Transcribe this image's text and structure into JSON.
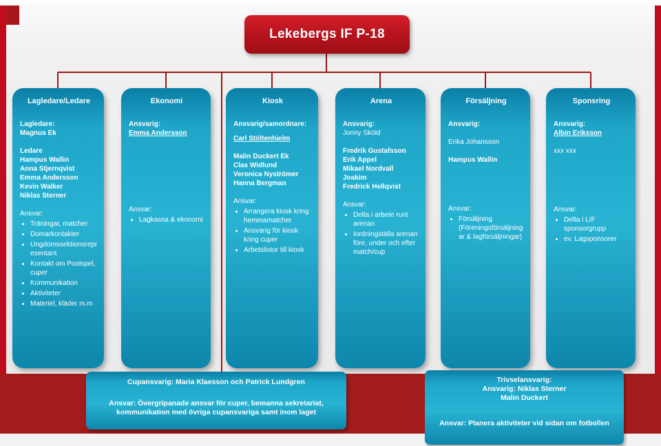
{
  "title": "Lekebergs IF P-18",
  "columns": [
    {
      "header": "Lagledare/Ledare",
      "lines": [
        "Lagledare:",
        "Magnus Ek",
        "",
        "Ledare",
        "Hampus Wallin",
        "Anna Stjernqvist",
        "Emma Andersson",
        "Kevin  Walker",
        "Niklas Sterner",
        "",
        "Ansvar:"
      ],
      "bullets": [
        "Träningar, matcher",
        "Domarkontakter",
        "Ungdomssektionsrepresentant",
        "Kontakt  om Poolspel, cuper",
        "Kommunikation",
        "Aktiviteter",
        "Materiel, kläder m.m"
      ]
    },
    {
      "header": "Ekonomi",
      "lines": [
        "Ansvarig:",
        "Emma Andersson",
        "Ansvar:"
      ],
      "bullets": [
        "Lagkassa & ekonomi"
      ]
    },
    {
      "header": "Kiosk",
      "lines": [
        "Ansvarig/samordnare:",
        "Carl Stöltenhjelm",
        "",
        "Malin Duckert Ek",
        "Clas Widlund",
        "Veronica Nyströmer",
        "Hanna Bergman",
        "",
        "Ansvar:"
      ],
      "bullets": [
        "Arrangera kiosk kring hemmamatcher",
        "Ansvarig för kiosk kring cuper",
        "Arbetslistor till kiosk"
      ]
    },
    {
      "header": "Arena",
      "lines": [
        "Ansvarig:",
        "Jonny Sköld",
        "",
        "Fredrik Gustafsson",
        "Erik Appel",
        "Mikael Nordvall",
        "Joakim",
        "Fredrick Hellqvist",
        "",
        "Ansvar:"
      ],
      "bullets": [
        "Delta i arbete runt arenan",
        "Iordningställa arenan före, under och efter match/cup"
      ]
    },
    {
      "header": "Försäljning",
      "lines": [
        "Ansvarig:",
        "",
        "Erika Johansson",
        "",
        "Hampus Wallin",
        "Ansvar:"
      ],
      "bullets": [
        "Försäljning (Föreningsförsäljningar & lagförsäljningar)"
      ]
    },
    {
      "header": "Sponsring",
      "lines": [
        "Ansvarig:",
        "Albin Eriksson",
        "",
        "xxx xxx",
        "Ansvar:"
      ],
      "bullets": [
        "Delta i LIF sponsorgrupp",
        "ev. Lagsponsorer"
      ]
    }
  ],
  "bottom_left": {
    "title": "Cupansvarig: Maria Klaesson och Patrick Lundgren",
    "body": "Ansvar: Övergripanade ansvar för cuper, bemanna sekretariat, kommunikation med övriga cupansvariga samt inom laget"
  },
  "bottom_right": {
    "lines": [
      "Trivselansvarig:",
      "Ansvarig: Niklas Sterner",
      "Malin Duckert",
      "Ansvar: Planera aktiviteter vid sidan om fotbollen"
    ]
  },
  "colors": {
    "accent_red": "#c00d1d",
    "band_red": "#a31b1b",
    "box_teal": "#1fa6c9"
  }
}
